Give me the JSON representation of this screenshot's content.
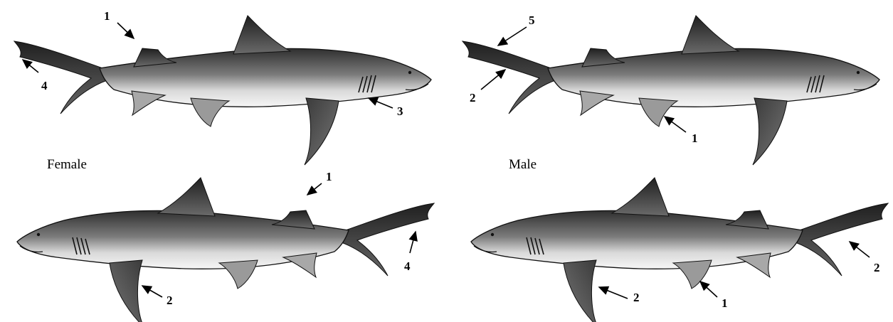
{
  "labels": {
    "female": "Female",
    "male": "Male"
  },
  "callouts": {
    "female_top": [
      "1",
      "4",
      "3"
    ],
    "male_top": [
      "5",
      "2",
      "1"
    ],
    "female_bottom": [
      "1",
      "4",
      "2"
    ],
    "male_bottom": [
      "2",
      "2",
      "1"
    ]
  },
  "colors": {
    "body_dark": "#3a3a3a",
    "body_mid": "#8a8a8a",
    "belly": "#f4f4f4",
    "fin_dark": "#2e2e2e",
    "outline": "#111111"
  }
}
